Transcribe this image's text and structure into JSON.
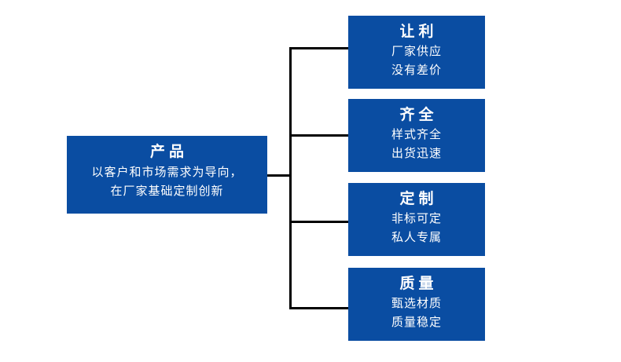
{
  "diagram": {
    "type": "tree",
    "orientation": "left-to-right",
    "colors": {
      "node_fill": "#0a4da2",
      "node_text": "#ffffff",
      "connector": "#000000",
      "background": "#ffffff"
    },
    "root": {
      "title": "产品",
      "lines": [
        "以客户和市场需求为导向，",
        "在厂家基础定制创新"
      ]
    },
    "branches": [
      {
        "title": "让利",
        "lines": [
          "厂家供应",
          "没有差价"
        ]
      },
      {
        "title": "齐全",
        "lines": [
          "样式齐全",
          "出货迅速"
        ]
      },
      {
        "title": "定制",
        "lines": [
          "非标可定",
          "私人专属"
        ]
      },
      {
        "title": "质量",
        "lines": [
          "甄选材质",
          "质量稳定"
        ]
      }
    ]
  }
}
